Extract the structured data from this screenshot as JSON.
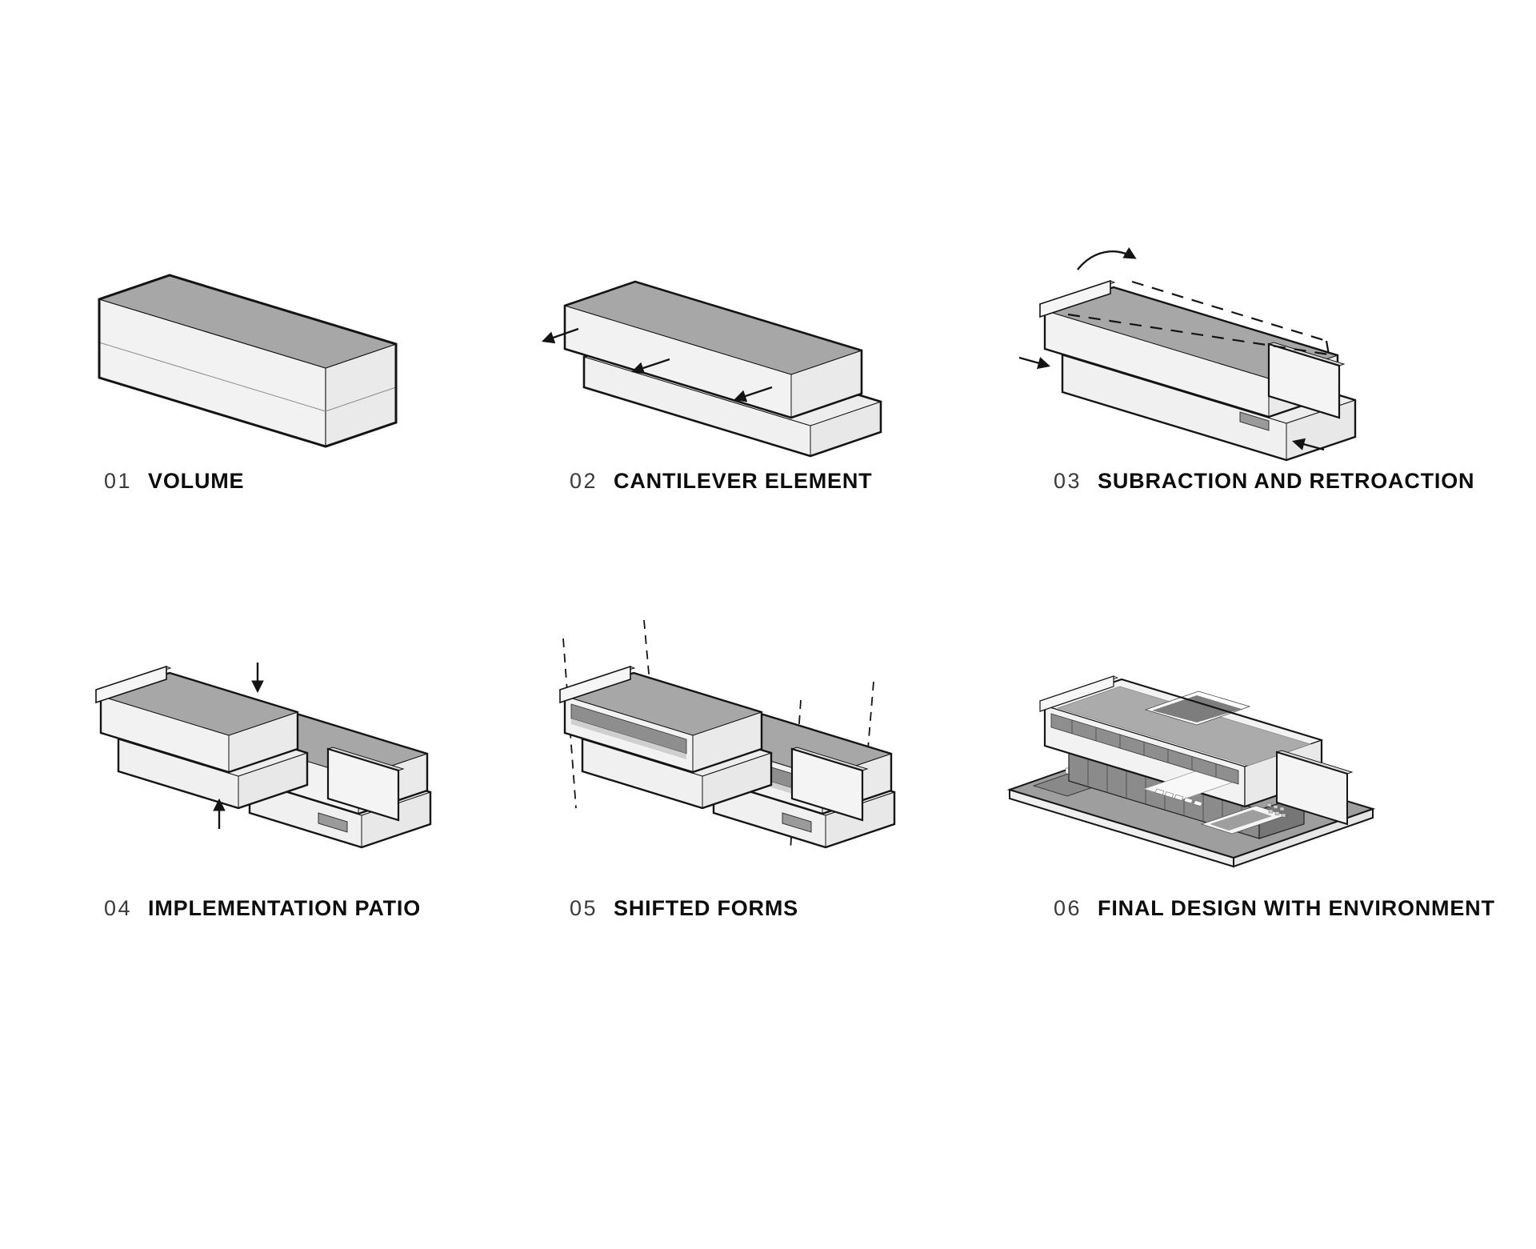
{
  "page": {
    "title": "Architectural concept diagram sheet",
    "background": "#ffffff"
  },
  "palette": {
    "roof_gray": "#a7a7a7",
    "face_light": "#f2f2f2",
    "face_side": "#eaeaea",
    "lower_top": "#ededed",
    "glass_gray": "#8e8e8e",
    "platform_gray": "#9e9e9e",
    "outline": "#141414",
    "background": "#ffffff"
  },
  "panels": [
    {
      "number": "01",
      "label": "VOLUME"
    },
    {
      "number": "02",
      "label": "CANTILEVER ELEMENT"
    },
    {
      "number": "03",
      "label": "SUBRACTION AND RETROACTION"
    },
    {
      "number": "04",
      "label": "IMPLEMENTATION PATIO"
    },
    {
      "number": "05",
      "label": "SHIFTED FORMS"
    },
    {
      "number": "06",
      "label": "FINAL DESIGN WITH ENVIRONMENT"
    }
  ]
}
